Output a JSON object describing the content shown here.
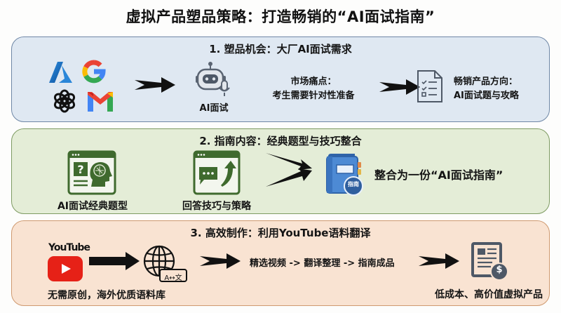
{
  "title": "虚拟产品塑品策略：打造畅销的“AI面试指南”",
  "colors": {
    "panel1_bg": "#dfe8f2",
    "panel2_bg": "#e4edd7",
    "panel3_bg": "#f9e3d2",
    "icon_gray": "#4e5866",
    "icon_green": "#3f6a2e",
    "icon_blue": "#3f79c4",
    "youtube_red": "#e62117"
  },
  "sections": [
    {
      "title": "1. 塑品机会：大厂AI面试需求",
      "icons": [
        "azure-logo",
        "google-logo",
        "openai-logo",
        "gmail-logo",
        "robot-mic-icon",
        "checklist-document-icon"
      ],
      "robot_label": "AI面试",
      "pain_point": {
        "line1": "市场痛点：",
        "line2": "考生需要针对性准备"
      },
      "direction": {
        "line1": "畅销产品方向：",
        "line2": "AI面试题与攻略"
      }
    },
    {
      "title": "2. 指南内容：经典题型与技巧整合",
      "item1_label": "AI面试经典题型",
      "item2_label": "回答技巧与策略",
      "book_badge": "指南",
      "result": "整合为一份“AI面试指南”"
    },
    {
      "title": "3. 高效制作：利用YouTube语料翻译",
      "youtube_wordmark": "YouTube",
      "source_caption": "无需原创，海外优质语料库",
      "translate_badge": "A↔文",
      "pipeline": "精选视频 -> 翻译整理 -> 指南成品",
      "product_caption": "低成本、高价值虚拟产品",
      "currency_symbol": "$"
    }
  ]
}
